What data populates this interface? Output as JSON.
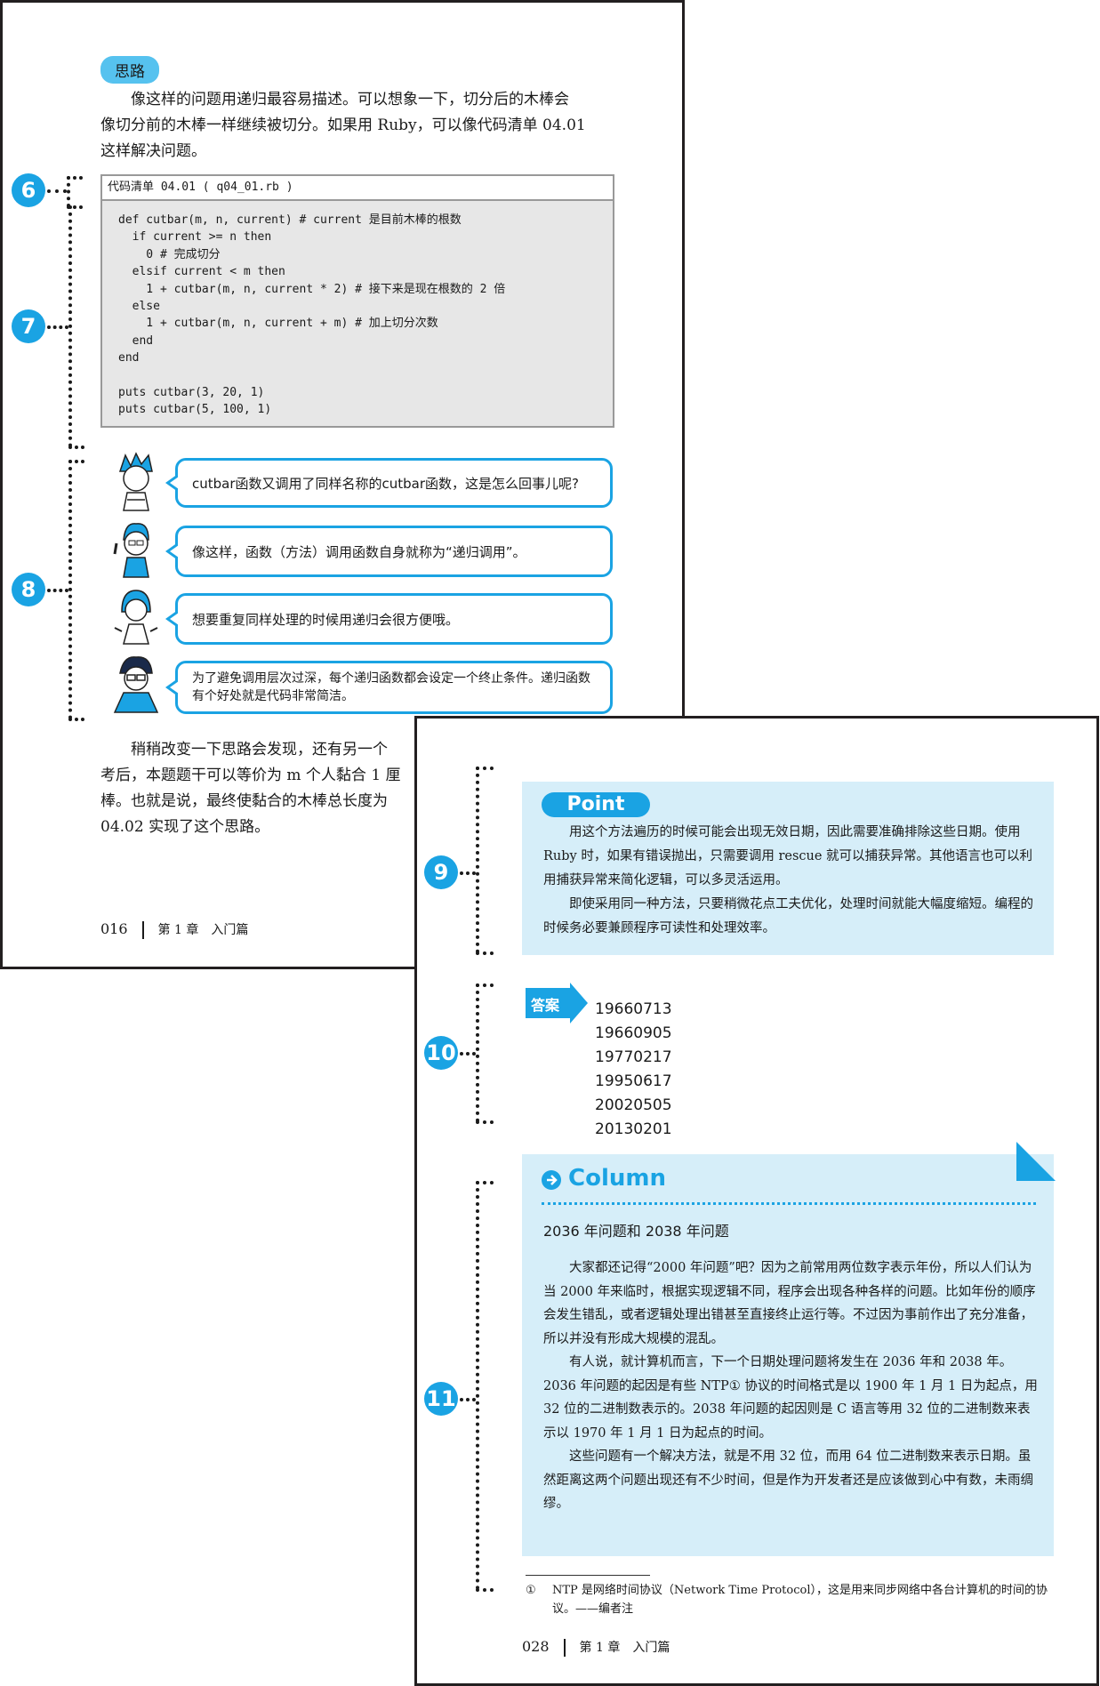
{
  "page1": {
    "tag": "思路",
    "intro": [
      "像这样的问题用递归最容易描述。可以想象一下，切分后的木棒会",
      "像切分前的木棒一样继续被切分。如果用 Ruby，可以像代码清单 04.01",
      "这样解决问题。"
    ],
    "code_title": "代码清单 04.01 ( q04_01.rb )",
    "code_lines": [
      "def cutbar(m, n, current) # current 是目前木棒的根数",
      "  if current >= n then",
      "    0 # 完成切分",
      "  elsif current < m then",
      "    1 + cutbar(m, n, current * 2) # 接下来是现在根数的 2 倍",
      "  else",
      "    1 + cutbar(m, n, current + m) # 加上切分次数",
      "  end",
      "end",
      "",
      "puts cutbar(3, 20, 1)",
      "puts cutbar(5, 100, 1)"
    ],
    "bubbles": [
      "cutbar函数又调用了同样名称的cutbar函数，这是怎么回事儿呢?",
      "像这样，函数（方法）调用函数自身就称为“递归调用”。",
      "想要重复同样处理的时候用递归会很方便哦。",
      "为了避免调用层次过深，每个递归函数都会设定一个终止条件。递归函数有个好处就是代码非常简洁。"
    ],
    "tail": [
      "稍稍改变一下思路会发现，还有另一个",
      "考后，本题题干可以等价为 m 个人黏合 1 厘",
      "棒。也就是说，最终使黏合的木棒总长度为",
      "04.02 实现了这个思路。"
    ],
    "footer": {
      "page": "016",
      "chapter": "第 1 章　入门篇"
    },
    "markers": [
      "6",
      "7",
      "8"
    ]
  },
  "page2": {
    "point_title": "Point",
    "point_paras": [
      "用这个方法遍历的时候可能会出现无效日期，因此需要准确排除这些日期。使用 Ruby 时，如果有错误抛出，只需要调用 rescue 就可以捕获异常。其他语言也可以利用捕获异常来简化逻辑，可以多灵活运用。",
      "即使采用同一种方法，只要稍微花点工夫优化，处理时间就能大幅度缩短。编程的时候务必要兼顾程序可读性和处理效率。"
    ],
    "answer_label": "答案",
    "answers": [
      "19660713",
      "19660905",
      "19770217",
      "19950617",
      "20020505",
      "20130201"
    ],
    "column_title": "Column",
    "column_subtitle": "2036 年问题和 2038 年问题",
    "column_paras": [
      "大家都还记得“2000 年问题”吧？因为之前常用两位数字表示年份，所以人们认为当 2000 年来临时，根据实现逻辑不同，程序会出现各种各样的问题。比如年份的顺序会发生错乱，或者逻辑处理出错甚至直接终止运行等。不过因为事前作出了充分准备，所以并没有形成大规模的混乱。",
      "有人说，就计算机而言，下一个日期处理问题将发生在 2036 年和 2038 年。2036 年问题的起因是有些 NTP① 协议的时间格式是以 1900 年 1 月 1 日为起点，用 32 位的二进制数表示的。2038 年问题的起因则是 C 语言等用 32 位的二进制数来表示以 1970 年 1 月 1 日为起点的时间。",
      "这些问题有一个解决方法，就是不用 32 位，而用 64 位二进制数来表示日期。虽然距离这两个问题出现还有不少时间，但是作为开发者还是应该做到心中有数，未雨绸缪。"
    ],
    "footnote_mark": "①",
    "footnote": "NTP 是网络时间协议（Network Time Protocol），这是用来同步网络中各台计算机的时间的协议。——编者注",
    "footer": {
      "page": "028",
      "chapter": "第 1 章　入门篇"
    },
    "markers": [
      "9",
      "10",
      "11"
    ]
  },
  "colors": {
    "accent": "#1aa3e3",
    "tag": "#56c2ef",
    "box": "#d6eef9",
    "code_bg": "#e7e7e7",
    "border": "#231f20"
  }
}
